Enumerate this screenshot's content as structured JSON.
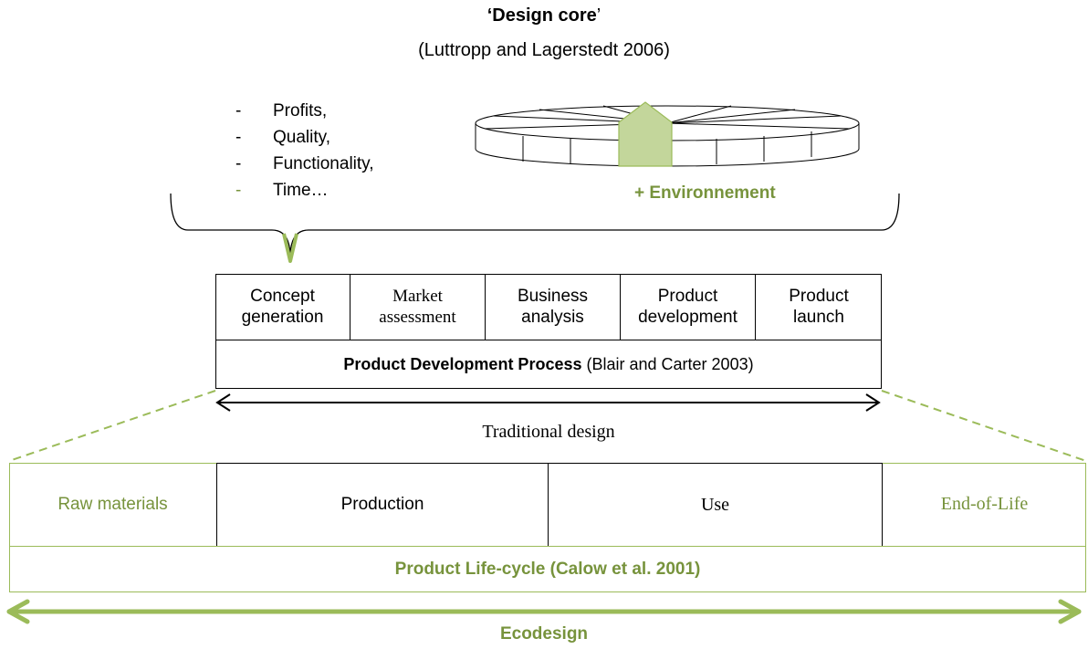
{
  "header": {
    "title_bold": "‘Design core",
    "title_suffix": "’",
    "citation": "(Luttropp and Lagerstedt 2006)"
  },
  "criteria": {
    "items": [
      {
        "dash": "-",
        "label": "Profits,"
      },
      {
        "dash": "-",
        "label": "Quality,"
      },
      {
        "dash": "-",
        "label": "Functionality,"
      },
      {
        "dash": "-",
        "label": "Time…"
      }
    ],
    "addition": "+ Environnement"
  },
  "pdp": {
    "stages": [
      {
        "line1": "Concept",
        "line2": "generation"
      },
      {
        "line1": "Market",
        "line2": "assessment"
      },
      {
        "line1": "Business",
        "line2": "analysis"
      },
      {
        "line1": "Product",
        "line2": "development"
      },
      {
        "line1": "Product",
        "line2": "launch"
      }
    ],
    "title_bold": "Product Development Process",
    "title_citation": " (Blair and Carter 2003)",
    "span_label": "Traditional design"
  },
  "lifecycle": {
    "stages": [
      "Raw materials",
      "Production",
      "Use",
      "End-of-Life"
    ],
    "title": "Product Life-cycle (Calow et al. 2001)",
    "span_label": "Ecodesign"
  },
  "colors": {
    "green": "#77933c",
    "light_green_fill": "#c3d69b",
    "light_green_border": "#9bbb59",
    "arrow_green": "#9bbb59"
  }
}
